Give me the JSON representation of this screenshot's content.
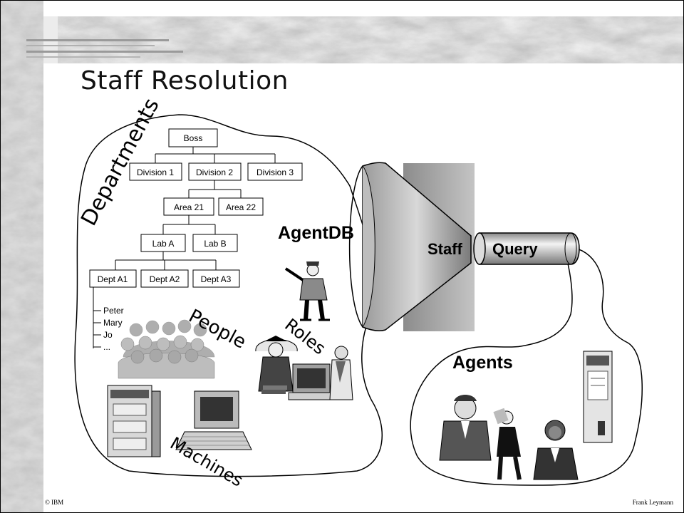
{
  "slide": {
    "title": "Staff Resolution",
    "footer_left": "© IBM",
    "footer_right": "Frank Leymann"
  },
  "org_chart": {
    "boss": "Boss",
    "divisions": [
      "Division 1",
      "Division 2",
      "Division 3"
    ],
    "areas": [
      "Area 21",
      "Area 22"
    ],
    "labs": [
      "Lab A",
      "Lab B"
    ],
    "depts": [
      "Dept A1",
      "Dept A2",
      "Dept A3"
    ],
    "people_list": [
      "Peter",
      "Mary",
      "Jo",
      "..."
    ]
  },
  "labels": {
    "departments": "Departments",
    "people": "People",
    "roles": "Roles",
    "machines": "Machines",
    "agentdb": "AgentDB",
    "staff": "Staff",
    "query": "Query",
    "agents": "Agents"
  },
  "icons": [
    "people-crowd-icon",
    "server-tower-icon",
    "computer-terminal-icon",
    "pointing-man-icon",
    "graduate-icon",
    "workstation-icon",
    "businessman-icon",
    "businesswoman-icon",
    "rack-server-icon"
  ]
}
